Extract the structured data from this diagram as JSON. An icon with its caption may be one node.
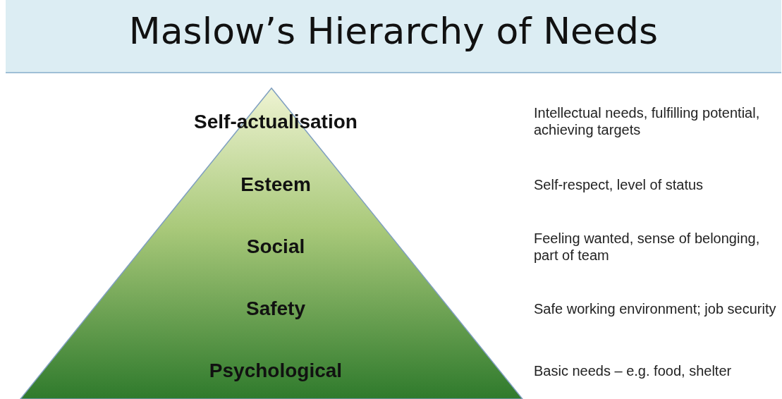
{
  "diagram": {
    "title": "Maslow’s Hierarchy of Needs",
    "nodes": [
      {
        "text": [
          "Self-actualisation",
          "Esteem",
          "Social",
          "Safety",
          "Psychological"
        ]
      }
    ],
    "labels": [
      "Intellectual needs, fulfilling potential, achieving targets",
      "Self-respect, level of status",
      "Feeling wanted, sense of belonging, part of team",
      "Safe working environment; job security",
      "Basic needs – e.g. food, shelter"
    ]
  }
}
